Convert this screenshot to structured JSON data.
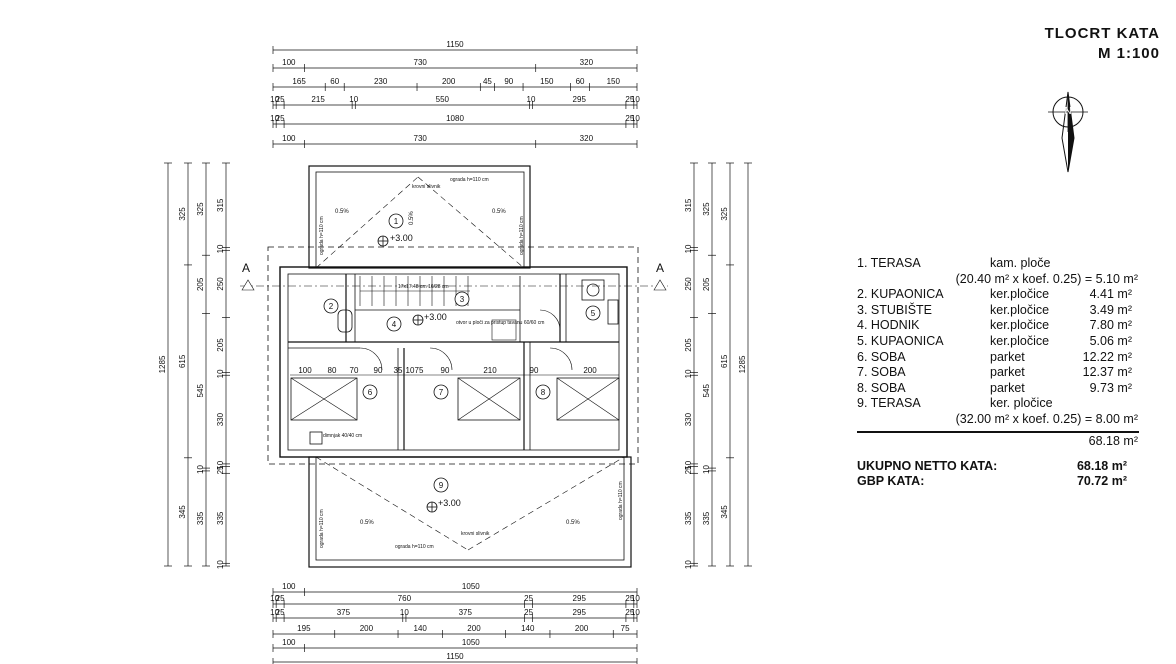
{
  "title": {
    "line1": "TLOCRT  KATA",
    "line2": "M 1:100"
  },
  "north": "N",
  "top_dims": [
    [
      "1150"
    ],
    [
      "100",
      "730",
      "320"
    ],
    [
      "165",
      "60",
      "230",
      "200",
      "45",
      "90",
      "150",
      "60",
      "150"
    ],
    [
      "10",
      "25",
      "215",
      "10",
      "550",
      "10",
      "295",
      "25",
      "10"
    ],
    [
      "10",
      "25",
      "1080",
      "25",
      "10"
    ],
    [
      "100",
      "730",
      "320"
    ]
  ],
  "bottom_dims": [
    [
      "100",
      "1050"
    ],
    [
      "10",
      "25",
      "760",
      "25",
      "295",
      "25",
      "10"
    ],
    [
      "10",
      "25",
      "375",
      "10",
      "375",
      "25",
      "295",
      "25",
      "10"
    ],
    [
      "195",
      "200",
      "140",
      "200",
      "140",
      "200",
      "75"
    ],
    [
      "100",
      "1050"
    ],
    [
      "1150"
    ]
  ],
  "left_dims": [
    [
      "1285"
    ],
    [
      "325",
      "615",
      "345"
    ],
    [
      "325",
      "205",
      "545",
      "10",
      "335"
    ],
    [
      "315",
      "10",
      "250",
      "205",
      "10",
      "330",
      "10",
      "25",
      "335",
      "10"
    ]
  ],
  "right_dims": [
    [
      "1285"
    ],
    [
      "325",
      "615",
      "345"
    ],
    [
      "325",
      "205",
      "545",
      "10",
      "335"
    ],
    [
      "315",
      "10",
      "250",
      "205",
      "10",
      "330",
      "10",
      "25",
      "335",
      "10"
    ]
  ],
  "section_label": "A",
  "room_numbers": [
    "1",
    "2",
    "3",
    "4",
    "5",
    "6",
    "7",
    "8",
    "9"
  ],
  "levels": {
    "top_terrace": "+3.00",
    "hall": "+3.00",
    "bottom_terrace": "+3.00"
  },
  "slopes": [
    "0.5%",
    "0.5%",
    "0.5%",
    "0.5%",
    "0.5%"
  ],
  "notes": {
    "railing": "ograda h=110 cm",
    "gutter": "krovni slivnik",
    "railing_side": "ograda h=110 cm",
    "hatch": "otvor u ploči za pristup tavanu 60/60 cm",
    "chimney": "dimnjak 40/40 cm",
    "stairs": "17x17.48 cm 16/28 cm"
  },
  "interior_dims": [
    "100",
    "80",
    "70",
    "90",
    "35",
    "10",
    "75",
    "90",
    "210",
    "90",
    "200"
  ],
  "legend": [
    {
      "room": "1. TERASA",
      "finish": "kam. ploče",
      "area": ""
    },
    {
      "room": "",
      "finish": "(20.40 m² x koef. 0.25) =",
      "area": "5.10 m²"
    },
    {
      "room": "2. KUPAONICA",
      "finish": "ker.pločice",
      "area": "4.41 m²"
    },
    {
      "room": "3. STUBIŠTE",
      "finish": "ker.pločice",
      "area": "3.49 m²"
    },
    {
      "room": "4. HODNIK",
      "finish": "ker.pločice",
      "area": "7.80 m²"
    },
    {
      "room": "5. KUPAONICA",
      "finish": "ker.pločice",
      "area": "5.06 m²"
    },
    {
      "room": "6. SOBA",
      "finish": "parket",
      "area": "12.22 m²"
    },
    {
      "room": "7. SOBA",
      "finish": "parket",
      "area": "12.37 m²"
    },
    {
      "room": "8. SOBA",
      "finish": "parket",
      "area": "9.73 m²"
    },
    {
      "room": "9. TERASA",
      "finish": "ker. pločice",
      "area": ""
    },
    {
      "room": "",
      "finish": "(32.00 m² x koef. 0.25) =",
      "area": "8.00 m²"
    }
  ],
  "legend_total": "68.18 m²",
  "summary": [
    {
      "label": "UKUPNO NETTO KATA:",
      "value": "68.18 m²"
    },
    {
      "label": "GBP KATA:",
      "value": "70.72 m²"
    }
  ]
}
